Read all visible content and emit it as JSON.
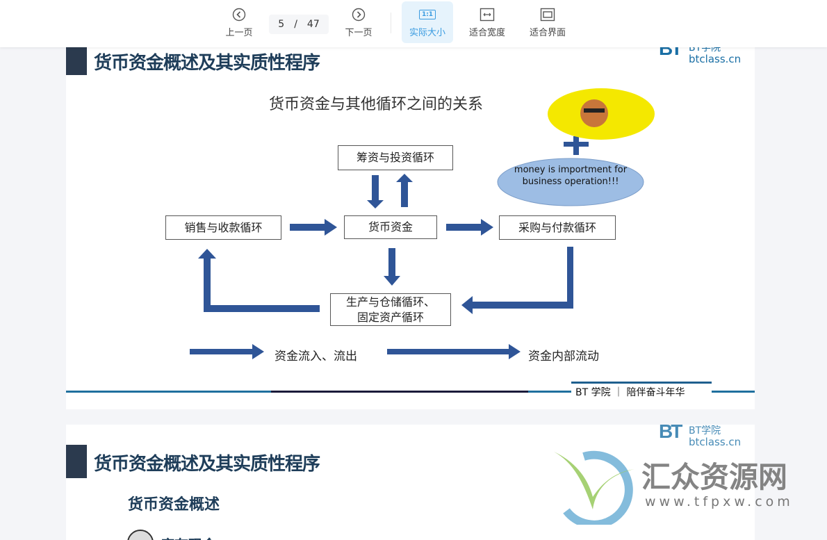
{
  "toolbar": {
    "prev": "上一页",
    "next": "下一页",
    "current_page": "5",
    "separator": "/",
    "total_pages": "47",
    "actual_size": "实际大小",
    "actual_size_icon": "1:1",
    "fit_width": "适合宽度",
    "fit_screen": "适合界面"
  },
  "slide1": {
    "title": "货币资金概述及其实质性程序",
    "logo_text": "BT学院",
    "logo_url": "btclass.cn",
    "diagram_title": "货币资金与其他循环之间的关系",
    "boxes": {
      "financing": "筹资与投资循环",
      "cash": "货币资金",
      "sales": "销售与收款循环",
      "purchase": "采购与付款循环",
      "production_1": "生产与仓储循环、",
      "production_2": "固定资产循环"
    },
    "bubble": "money is importment for business operation!!!",
    "legend": {
      "flow": "资金流入、流出",
      "internal": "资金内部流动"
    },
    "footer": "BT 学院 ｜ 陪伴奋斗年华"
  },
  "slide2": {
    "title": "货币资金概述及其实质性程序",
    "logo_text": "BT学院",
    "logo_url": "btclass.cn",
    "subtitle": "货币资金概述",
    "item": "库存现金"
  },
  "watermark": {
    "name": "汇众资源网",
    "url": "www.tfpxw.com"
  }
}
